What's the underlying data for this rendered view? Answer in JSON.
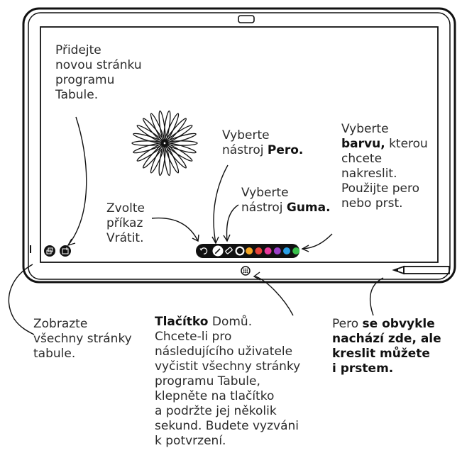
{
  "labels": {
    "new_page": "Přidejte\nnovou stránku\nprogramu\nTabule.",
    "pen_tool_prefix": "Vyberte\nnástroj ",
    "pen_tool_bold": "Pero.",
    "color_prefix": "Vyberte\n",
    "color_bold": "barvu,",
    "color_suffix": " kterou\nchcete\nnakreslit.\nPoužijte pero\nnebo prst.",
    "eraser_prefix": "Vyberte\nnástroj ",
    "eraser_bold": "Guma.",
    "undo": "Zvolte\npříkaz\nVrátit.",
    "all_pages": "Zobrazte\nvšechny stránky\ntabule.",
    "home_bold": "Tlačítko",
    "home_rest": " Domů.\nChcete-li pro\nnásledujícího uživatele\nvyčistit všechny stránky\nprogramu Tabule,\nklepněte na tlačítko\na podržte jej několik\nsekund. Budete vyzváni\nk potvrzení.",
    "pen_note_prefix": "Pero ",
    "pen_note_bold": "se obvykle\nnachází zde, ale\nkreslit můžete\ni prstem."
  },
  "palette": {
    "colors": [
      "#111111",
      "#f5a623",
      "#e8423a",
      "#e8389c",
      "#9b3fc8",
      "#2aa0e6",
      "#38c04a"
    ]
  },
  "icons": [
    "pages-icon",
    "new-page-icon",
    "undo-icon",
    "pen-icon",
    "eraser-icon",
    "home-icon",
    "camera-icon",
    "stylus-icon"
  ]
}
